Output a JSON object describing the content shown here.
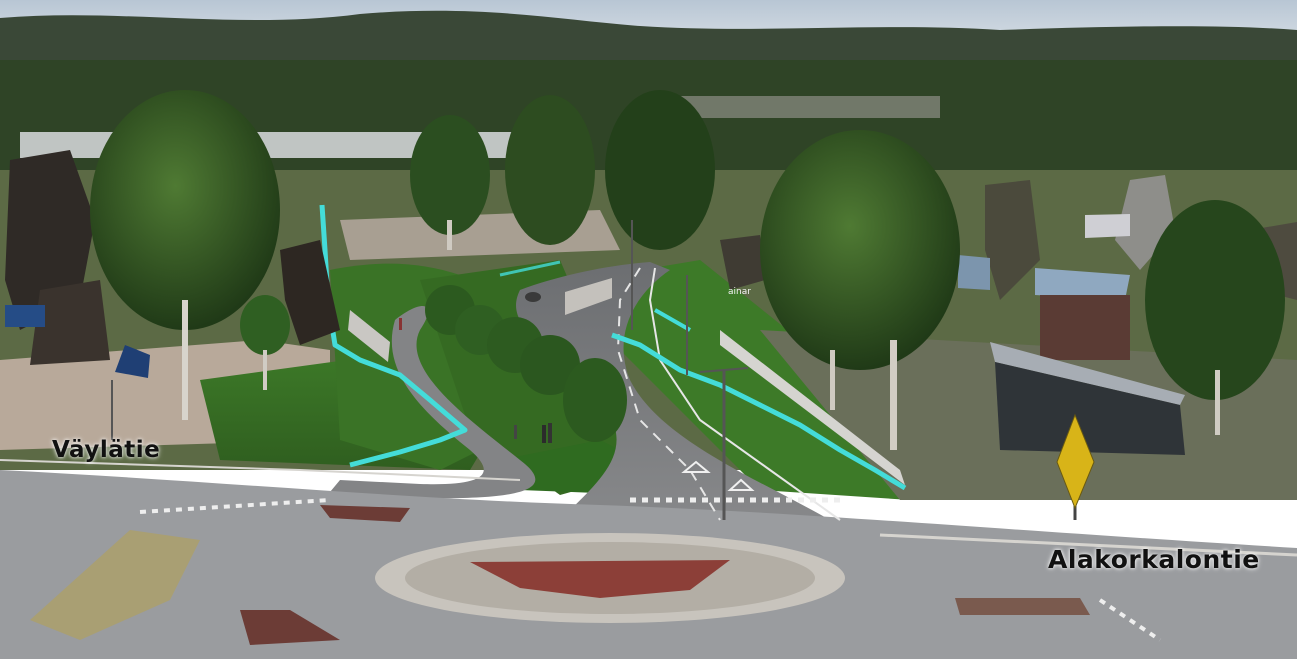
{
  "labels": {
    "street_west": "Väylätie",
    "street_east": "Alakorkalontie",
    "small_sign": "ainar"
  },
  "colors": {
    "sky": "#c9d3dd",
    "forest_far": "#3c4a3a",
    "forest_near": "#2e4a24",
    "grass": "#3f7a2a",
    "asphalt": "#6f7174",
    "path_highlight": "#41d8d6",
    "roundabout_center": "#8c3f38",
    "sign_yellow": "#d8b418"
  }
}
